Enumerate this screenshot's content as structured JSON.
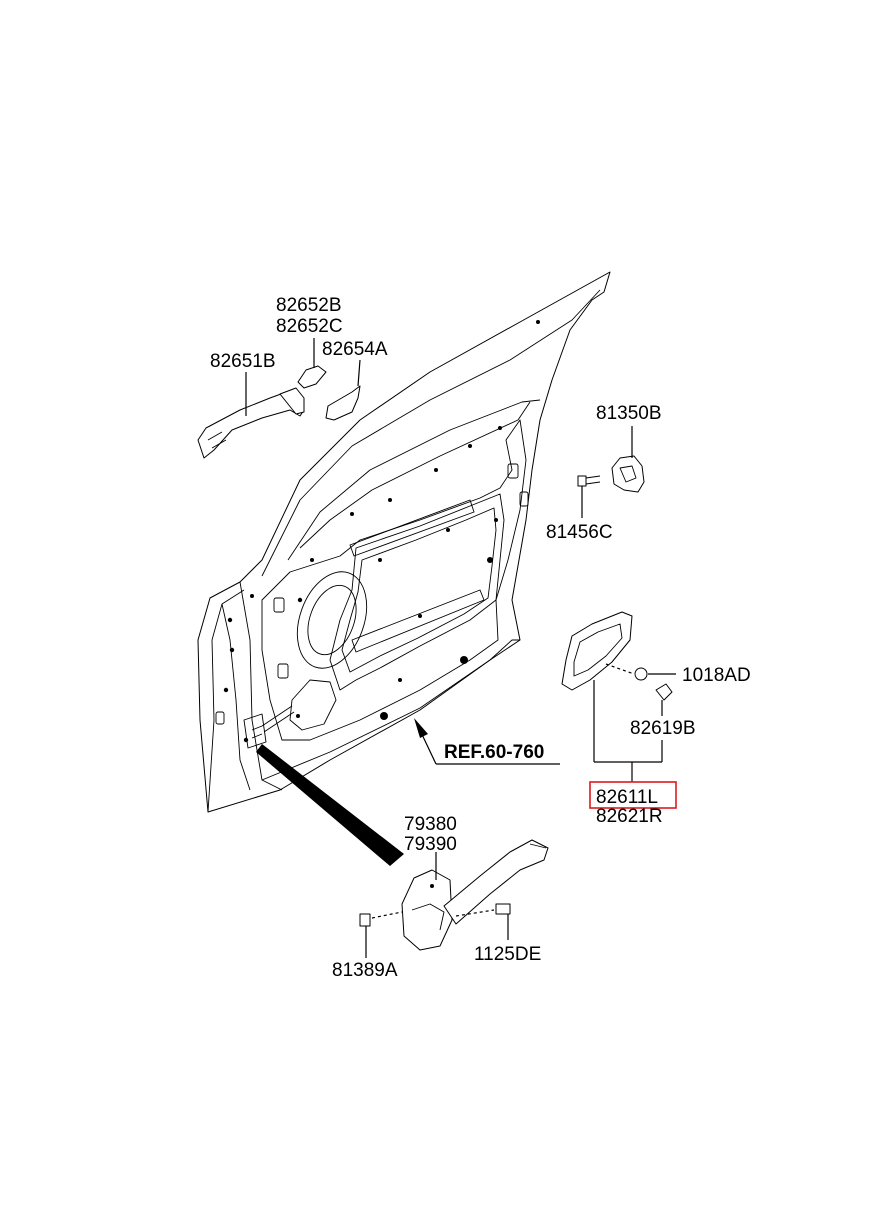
{
  "diagram": {
    "labels": {
      "p82652B": "82652B",
      "p82652C": "82652C",
      "p82654A": "82654A",
      "p82651B": "82651B",
      "p81350B": "81350B",
      "p81456C": "81456C",
      "p1018AD": "1018AD",
      "p82619B": "82619B",
      "p82611L": "82611L",
      "p82621R": "82621R",
      "p79380": "79380",
      "p79390": "79390",
      "p81389A": "81389A",
      "p1125DE": "1125DE"
    },
    "reference": "REF.60-760",
    "highlight_part": "82611L",
    "colors": {
      "highlight_border": "#e0191e",
      "line": "#000000",
      "background": "#ffffff"
    }
  }
}
